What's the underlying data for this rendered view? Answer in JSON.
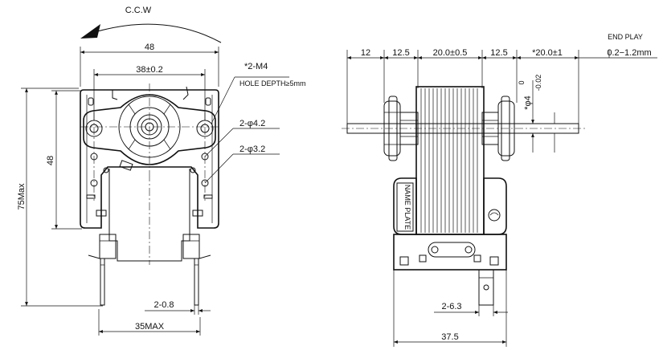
{
  "front_view": {
    "rotation_label": "C.C.W",
    "width_top": "48",
    "hole_pitch": "38±0.2",
    "height_left": "48",
    "overall_height": "75Max",
    "mount_thread": "*2-M4",
    "hole_depth": "HOLE DEPTH≥5mm",
    "hole_dia_1": "2-φ4.2",
    "hole_dia_2": "2-φ3.2",
    "terminal_width": "2-0.8",
    "bottom_width": "35MAX"
  },
  "side_view": {
    "dim_12": "12",
    "dim_12_5_a": "12.5",
    "dim_20_0": "20.0±0.5",
    "dim_12_5_b": "12.5",
    "dim_shaft": "*20.0±1",
    "end_play_title": "END PLAY",
    "end_play_value": "0.2−1.2mm",
    "shaft_dia": "*φ4",
    "shaft_tol_upper": "0",
    "shaft_tol_lower": "-0.02",
    "nameplate": "NAME PLATE",
    "terminal_width": "2-6.3",
    "bottom_width": "37.5"
  }
}
